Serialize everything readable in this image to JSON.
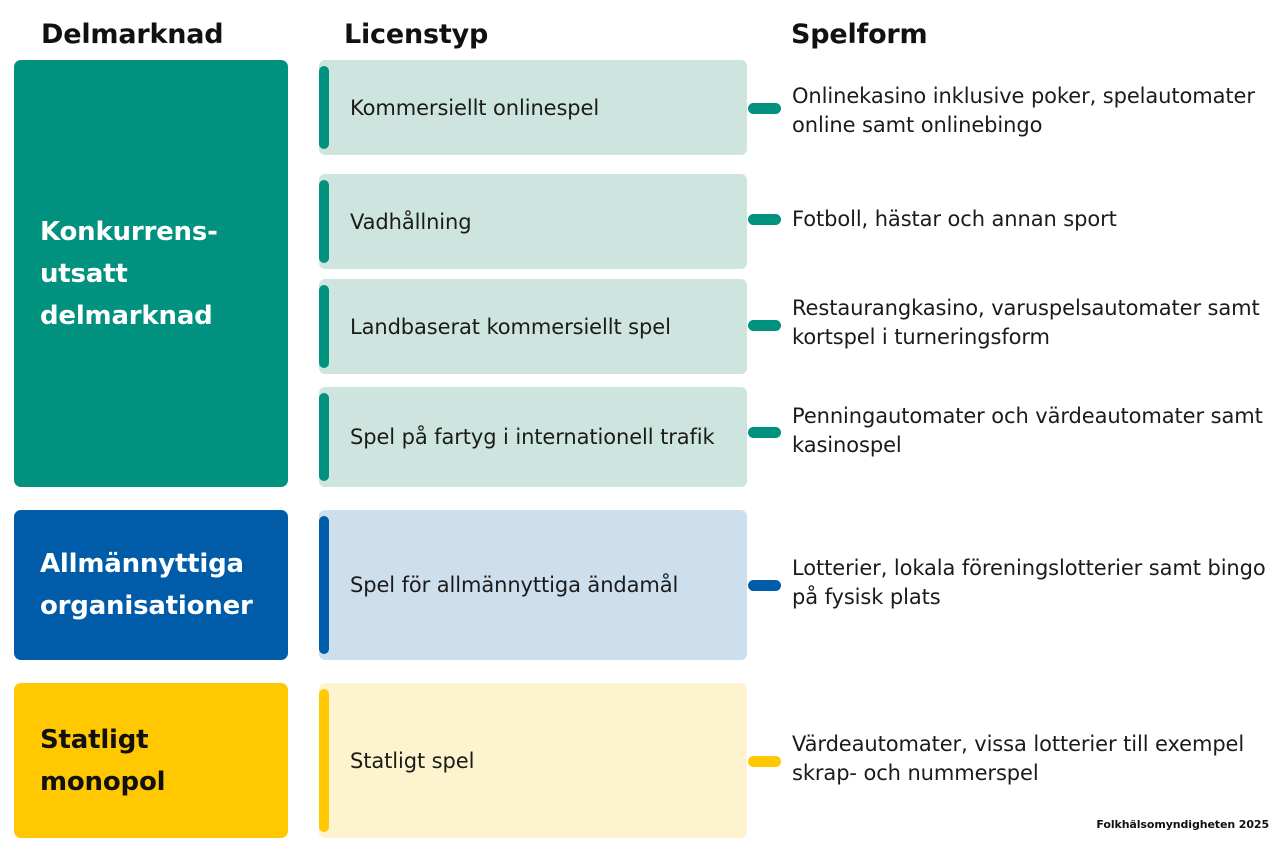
{
  "headers": {
    "delmarknad": "Delmarknad",
    "licenstyp": "Licenstyp",
    "spelform": "Spelform"
  },
  "colors": {
    "teal": "#00917f",
    "teal_light": "#cde5de",
    "blue": "#005ca9",
    "blue_light": "#cddeed",
    "yellow": "#ffc800",
    "yellow_light": "#fdf3cf",
    "text": "#1b1b1b",
    "text_on_dark": "#ffffff",
    "background": "#ffffff"
  },
  "categories": [
    {
      "label_lines": [
        "Konkurrens-",
        "utsatt",
        "delmarknad"
      ],
      "color": "teal"
    },
    {
      "label_lines": [
        "Allmännyttiga",
        "organisationer"
      ],
      "color": "blue"
    },
    {
      "label_lines": [
        "Statligt",
        "monopol"
      ],
      "color": "yellow"
    }
  ],
  "rows": [
    {
      "licenstyp": "Kommersiellt onlinespel",
      "spelform": "Onlinekasino inklusive poker, spelautomater online samt onlinebingo",
      "color": "teal",
      "category": "Konkurrensutsatt delmarknad"
    },
    {
      "licenstyp": "Vadhållning",
      "spelform": "Fotboll, hästar och annan sport",
      "color": "teal",
      "category": "Konkurrensutsatt delmarknad"
    },
    {
      "licenstyp": "Landbaserat kommersiellt spel",
      "spelform": "Restaurangkasino, varuspelsautomater samt kortspel i turneringsform",
      "color": "teal",
      "category": "Konkurrensutsatt delmarknad"
    },
    {
      "licenstyp": "Spel på fartyg i internationell trafik",
      "spelform": "Penningautomater och värdeautomater samt kasinospel",
      "color": "teal",
      "category": "Konkurrensutsatt delmarknad"
    },
    {
      "licenstyp": "Spel för allmännyttiga ändamål",
      "spelform": "Lotterier, lokala föreningslotterier samt bingo på fysisk plats",
      "color": "blue",
      "category": "Allmännyttiga organisationer"
    },
    {
      "licenstyp": "Statligt spel",
      "spelform": "Värdeautomater, vissa lotterier till exempel skrap- och nummerspel",
      "color": "yellow",
      "category": "Statligt monopol"
    }
  ],
  "footer": {
    "credit": "Folkhälsomyndigheten 2025"
  }
}
